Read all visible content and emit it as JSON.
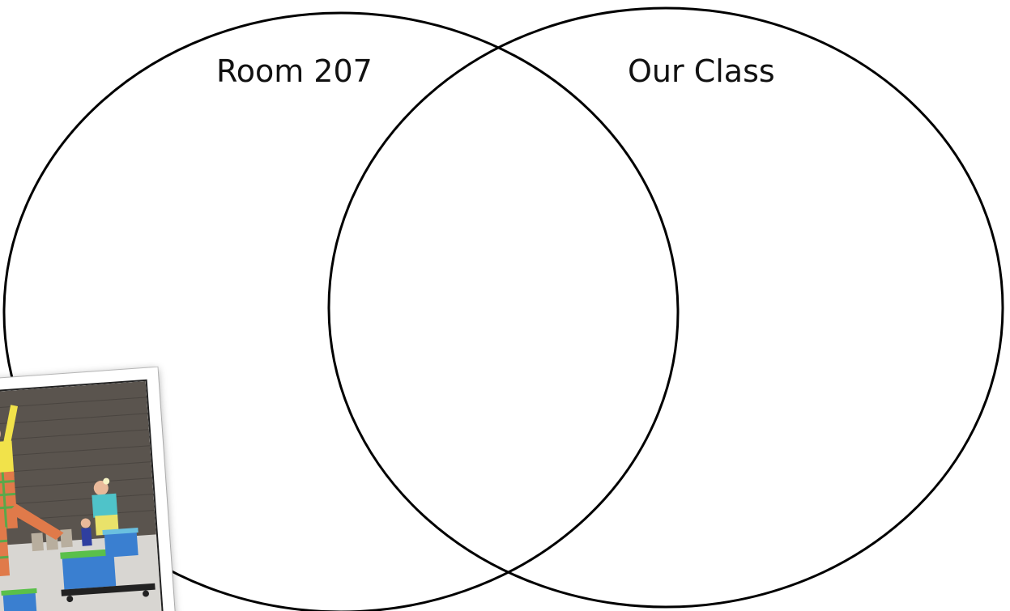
{
  "diagram": {
    "type": "venn",
    "sets": [
      {
        "label": "Room 207"
      },
      {
        "label": "Our Class"
      }
    ]
  },
  "photo": {
    "subject": "performers-in-clown-costumes-photo"
  },
  "colors": {
    "background": "#ffffff",
    "outline": "#000000",
    "text": "#111111"
  }
}
